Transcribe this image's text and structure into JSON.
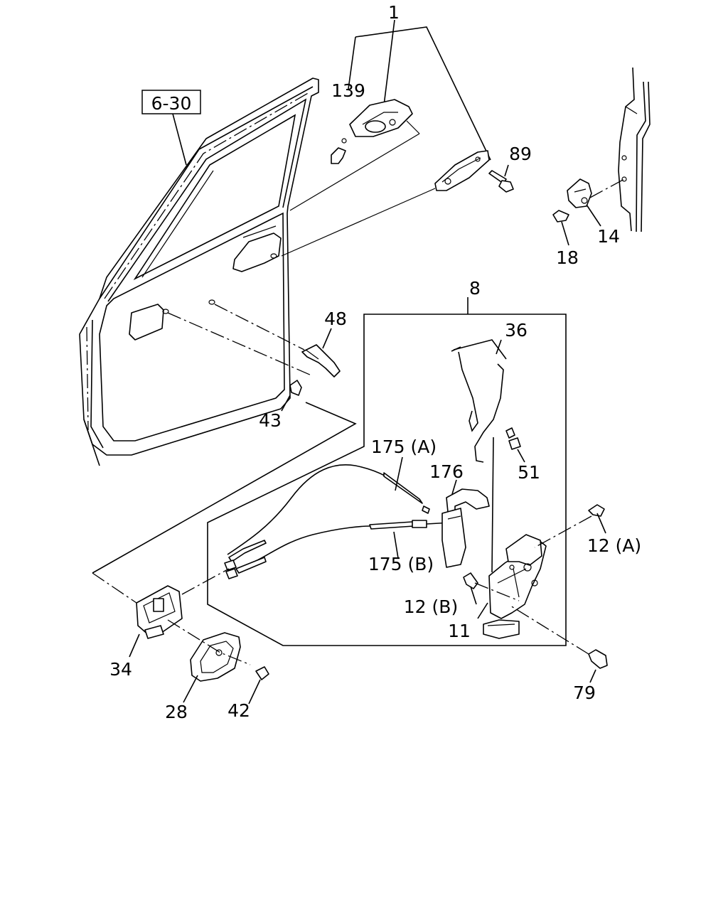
{
  "reference_box": "6-30",
  "callouts": {
    "p1": "1",
    "p139": "139",
    "p89": "89",
    "p14": "14",
    "p18": "18",
    "p8": "8",
    "p48": "48",
    "p36": "36",
    "p43": "43",
    "p175a": "175 (A)",
    "p176": "176",
    "p51": "51",
    "p12a": "12 (A)",
    "p175b": "175 (B)",
    "p12b": "12 (B)",
    "p11": "11",
    "p34": "34",
    "p79": "79",
    "p28": "28",
    "p42": "42"
  }
}
